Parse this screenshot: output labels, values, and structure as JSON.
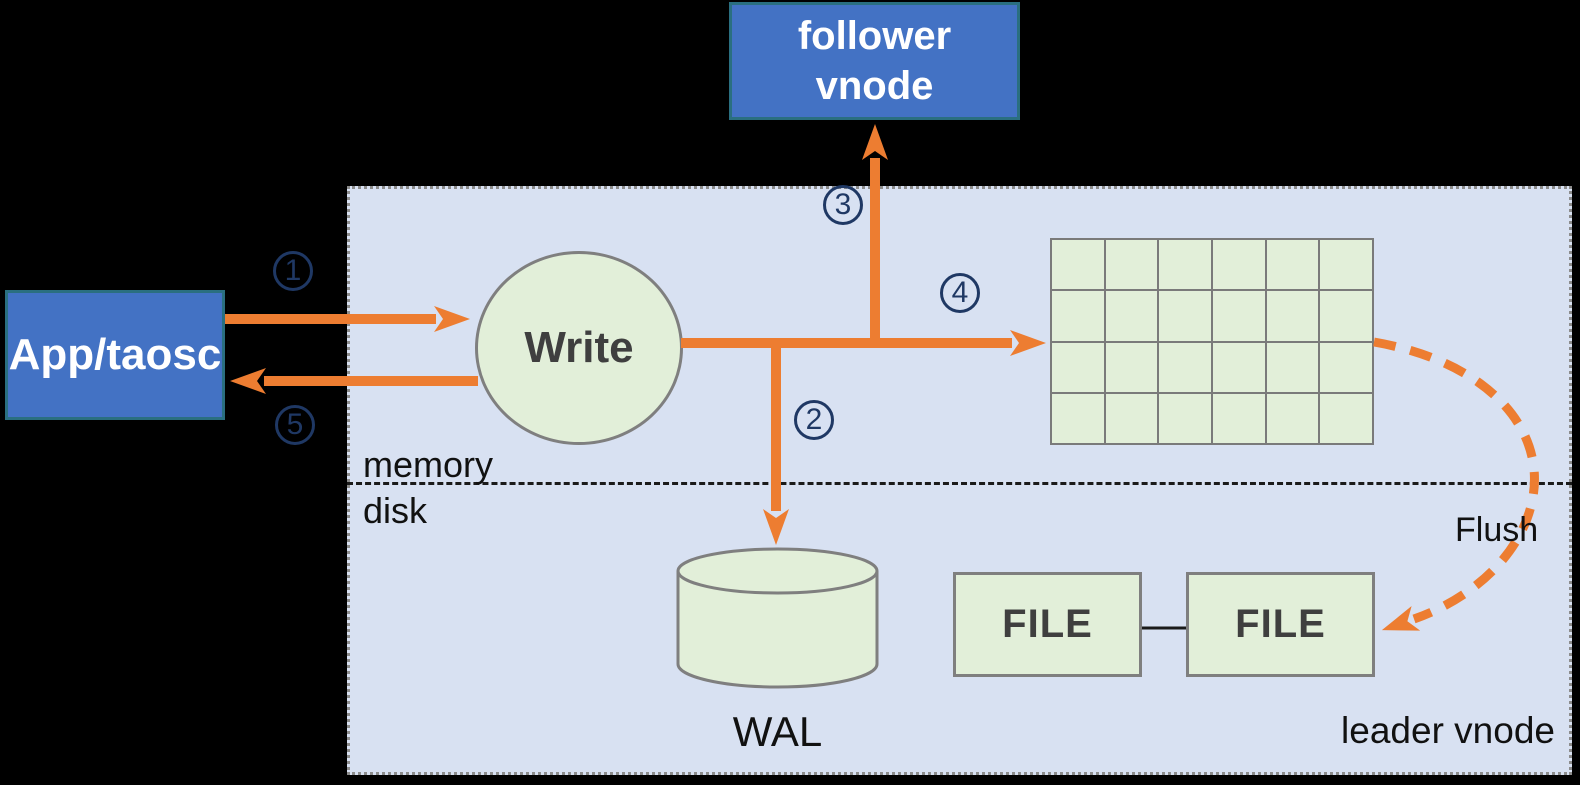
{
  "diagram": {
    "follower": {
      "line1": "follower",
      "line2": "vnode"
    },
    "app": {
      "label": "App/taosc"
    },
    "write": {
      "label": "Write"
    },
    "wal": {
      "label": "WAL"
    },
    "files": [
      {
        "label": "FILE"
      },
      {
        "label": "FILE"
      }
    ],
    "labels": {
      "memory": "memory",
      "disk": "disk",
      "flush": "Flush",
      "leader": "leader vnode"
    },
    "steps": [
      "1",
      "2",
      "3",
      "4",
      "5"
    ],
    "memtable": {
      "rows": 4,
      "cols": 6
    },
    "colors": {
      "background": "#000000",
      "panel_fill": "#d8e1f2",
      "panel_border": "#8c8c8c",
      "box_blue": "#4372c4",
      "box_border_teal": "#2a6f80",
      "shape_green": "#e2efd9",
      "shape_border_gray": "#7f7f7f",
      "arrow_orange": "#ed7d31",
      "step_navy": "#1f3864",
      "dark_text": "#3f3f3f"
    }
  }
}
